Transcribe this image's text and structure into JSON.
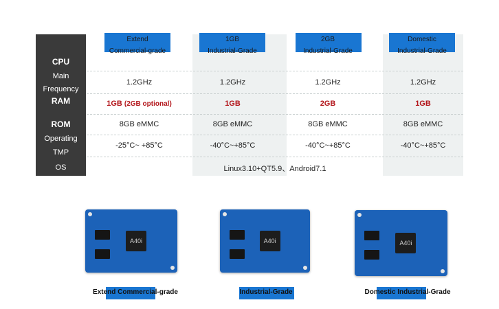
{
  "table": {
    "labels": {
      "cpu": "CPU",
      "main": "Main",
      "frequency": "Frequency",
      "ram": "RAM",
      "rom": "ROM",
      "operating": "Operating",
      "tmp": "TMP",
      "os": "OS"
    },
    "columns": [
      {
        "header_line1": "Extend",
        "header_line2": "Commercial-grade",
        "freq": "1.2GHz",
        "ram": "1GB",
        "ram_option": "(2GB optional)",
        "rom": "8GB eMMC",
        "tmp": "-25°C~ +85°C"
      },
      {
        "header_line1": "1GB",
        "header_line2": "Industrial-Grade",
        "freq": "1.2GHz",
        "ram": "1GB",
        "ram_option": "",
        "rom": "8GB eMMC",
        "tmp": "-40°C~+85°C"
      },
      {
        "header_line1": "2GB",
        "header_line2": "Industrial-Grade",
        "freq": "1.2GHz",
        "ram": "2GB",
        "ram_option": "",
        "rom": "8GB eMMC",
        "tmp": "-40°C~+85°C"
      },
      {
        "header_line1": "Domestic",
        "header_line2": "Industrial-Grade",
        "freq": "1.2GHz",
        "ram": "1GB",
        "ram_option": "",
        "rom": "8GB eMMC",
        "tmp": "-40°C~+85°C"
      }
    ],
    "os_value": "Linux3.10+QT5.9、Android7.1"
  },
  "boards": [
    {
      "chip_label": "A40i",
      "caption": "Extend Commercial-grade"
    },
    {
      "chip_label": "A40i",
      "caption": "Industrial-Grade"
    },
    {
      "chip_label": "A40i",
      "caption": "Domestic Industrial-Grade"
    }
  ],
  "colors": {
    "accent": "#1976d2",
    "highlight": "#b3161b",
    "label_bg": "#3a3a3a"
  }
}
